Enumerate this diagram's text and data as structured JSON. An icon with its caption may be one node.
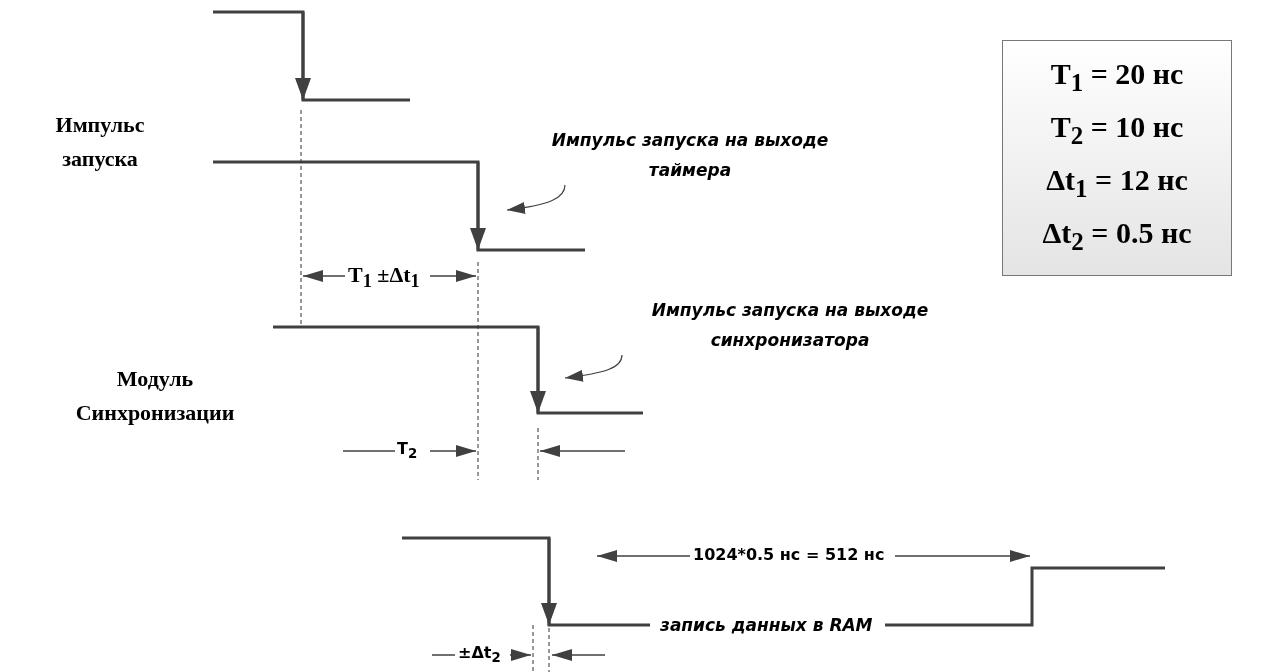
{
  "diagram": {
    "nodes": [
      {
        "text": [
          "T$_{1}$ = 20 нс",
          "T$_{2}$ = 10 нс",
          "Δt$_{1}$ = 12 нс",
          "Δt$_{2}$ = 0.5 нс"
        ]
      },
      {
        "text": [
          "Импульс запуска на выходе таймера"
        ]
      },
      {
        "text": [
          "Импульс запуска на выходе синхронизатора"
        ]
      }
    ],
    "edges": [
      {
        "from": 1,
        "to": null,
        "arrow": "to"
      },
      {
        "from": 2,
        "to": null,
        "arrow": "to"
      }
    ],
    "labels": [
      "Импульс запуска",
      "T$_{1}$ ±Δt$_{1}$",
      "Модуль Синхронизации",
      "T$_{2}$",
      "1024*0.5 нс = 512 нс",
      "запись данных в RAM",
      "±Δt$_{2}$"
    ]
  }
}
